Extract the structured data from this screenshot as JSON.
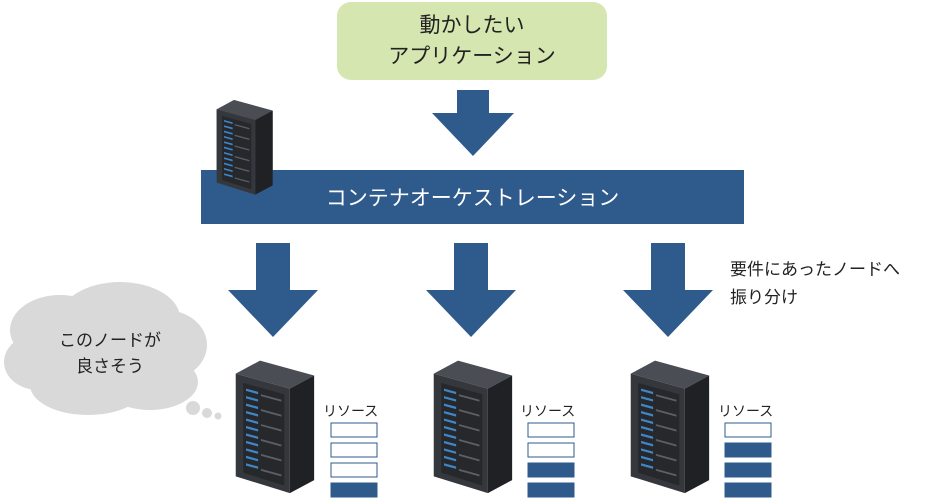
{
  "app_box": {
    "line1": "動かしたい",
    "line2": "アプリケーション"
  },
  "orchestration": {
    "label": "コンテナオーケストレーション"
  },
  "note": {
    "line1": "要件にあったノードへ",
    "line2": "振り分け"
  },
  "thought_bubble": {
    "line1": "このノードが",
    "line2": "良さそう"
  },
  "nodes": [
    {
      "resource_label": "リソース",
      "slots_used": [
        false,
        false,
        false,
        true
      ]
    },
    {
      "resource_label": "リソース",
      "slots_used": [
        false,
        false,
        true,
        true
      ]
    },
    {
      "resource_label": "リソース",
      "slots_used": [
        false,
        true,
        true,
        true
      ]
    }
  ],
  "colors": {
    "accent": "#2f5b8c",
    "app_box_bg": "#d5e6b0",
    "bubble_bg": "#d9d9d9",
    "server_body": "#3a3d42",
    "server_led": "#3f86c8",
    "slot_empty_border": "#2f5b8c",
    "slot_filled": "#2f5b8c"
  },
  "icons": [
    "server-rack-icon",
    "arrow-down-icon",
    "thought-bubble-icon"
  ]
}
